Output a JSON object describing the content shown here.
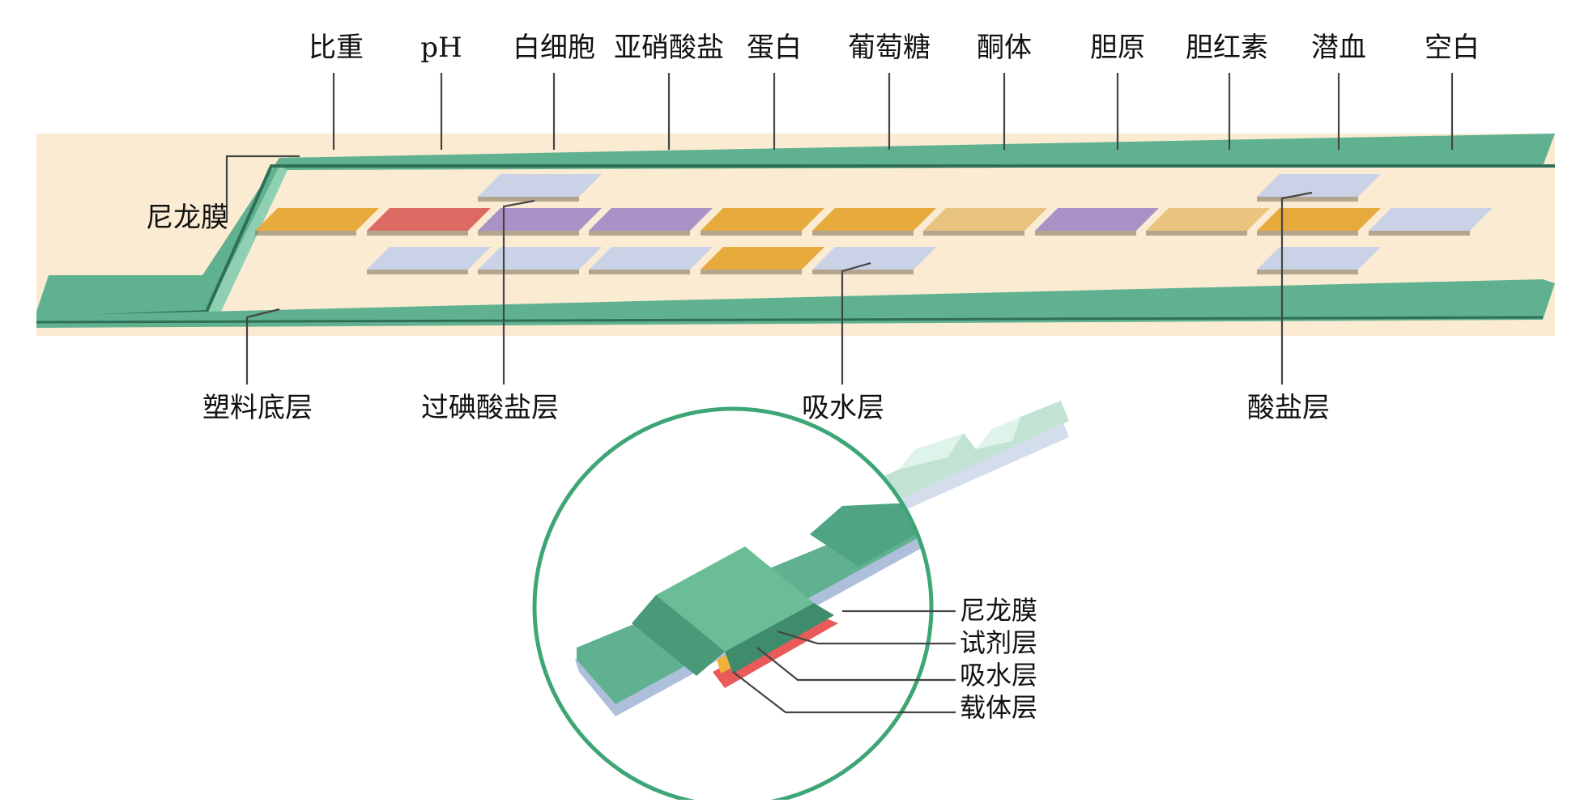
{
  "top_labels": [
    "比重",
    "pH",
    "白细胞",
    "亚硝酸盐",
    "蛋白",
    "葡萄糖",
    "酮体",
    "胆原",
    "胆红素",
    "潜血",
    "空白"
  ],
  "side_labels": {
    "nylon": "尼龙膜",
    "plastic_base": "塑料底层",
    "periodate": "过碘酸盐层",
    "absorbent": "吸水层",
    "acid_salt": "酸盐层"
  },
  "inset_labels": [
    "尼龙膜",
    "试剂层",
    "吸水层",
    "载体层"
  ],
  "colors": {
    "strip_band": "#fbebd2",
    "membrane": "#5fb190",
    "membrane_dark": "#3f8a6d",
    "circle": "#3ea676",
    "orange": "#e6aa3d",
    "red": "#dd6a62",
    "purple": "#a993c6",
    "light_blue": "#c9d2e6",
    "tan": "#e8c47f"
  },
  "pads": [
    {
      "row": "upper",
      "color": "orange"
    },
    {
      "row": "upper",
      "color": "red"
    },
    {
      "row": "upper",
      "color": "purple"
    },
    {
      "row": "upper",
      "color": "purple"
    },
    {
      "row": "upper",
      "color": "orange"
    },
    {
      "row": "upper",
      "color": "orange"
    },
    {
      "row": "upper",
      "color": "tan"
    },
    {
      "row": "upper",
      "color": "purple"
    },
    {
      "row": "upper",
      "color": "tan"
    },
    {
      "row": "upper",
      "color": "orange"
    },
    {
      "row": "upper",
      "color": "light_blue"
    },
    {
      "row": "lower",
      "color": "light_blue"
    },
    {
      "row": "lower",
      "color": "light_blue"
    },
    {
      "row": "lower",
      "color": "light_blue"
    },
    {
      "row": "lower",
      "color": "orange"
    },
    {
      "row": "lower",
      "color": "light_blue"
    },
    {
      "row": "lower",
      "color": "light_blue"
    },
    {
      "row": "top",
      "color": "light_blue"
    },
    {
      "row": "top",
      "color": "light_blue"
    }
  ]
}
